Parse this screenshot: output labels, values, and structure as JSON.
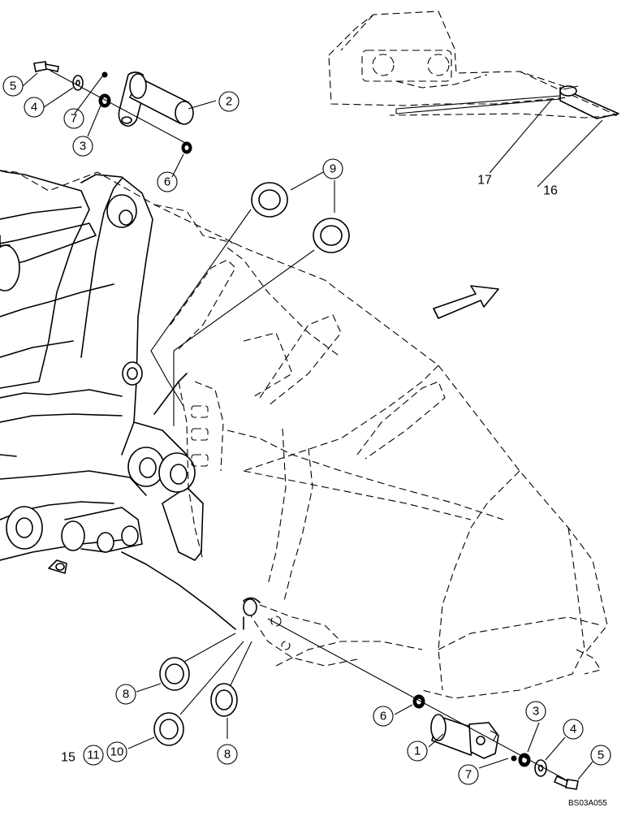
{
  "drawing_ref": "BS03A055",
  "callouts": [
    {
      "id": "c5a",
      "label": "5"
    },
    {
      "id": "c4a",
      "label": "4"
    },
    {
      "id": "c7a",
      "label": "7"
    },
    {
      "id": "c3a",
      "label": "3"
    },
    {
      "id": "c2",
      "label": "2"
    },
    {
      "id": "c6a",
      "label": "6"
    },
    {
      "id": "c9",
      "label": "9"
    },
    {
      "id": "c8a",
      "label": "8"
    },
    {
      "id": "c8b",
      "label": "8"
    },
    {
      "id": "c10",
      "label": "10"
    },
    {
      "id": "c11",
      "label": "11"
    },
    {
      "id": "c6b",
      "label": "6"
    },
    {
      "id": "c1",
      "label": "1"
    },
    {
      "id": "c3b",
      "label": "3"
    },
    {
      "id": "c4b",
      "label": "4"
    },
    {
      "id": "c5b",
      "label": "5"
    },
    {
      "id": "c7b",
      "label": "7"
    }
  ],
  "plain_labels": [
    {
      "id": "t17",
      "label": "17"
    },
    {
      "id": "t16",
      "label": "16"
    },
    {
      "id": "t15",
      "label": "15"
    }
  ]
}
